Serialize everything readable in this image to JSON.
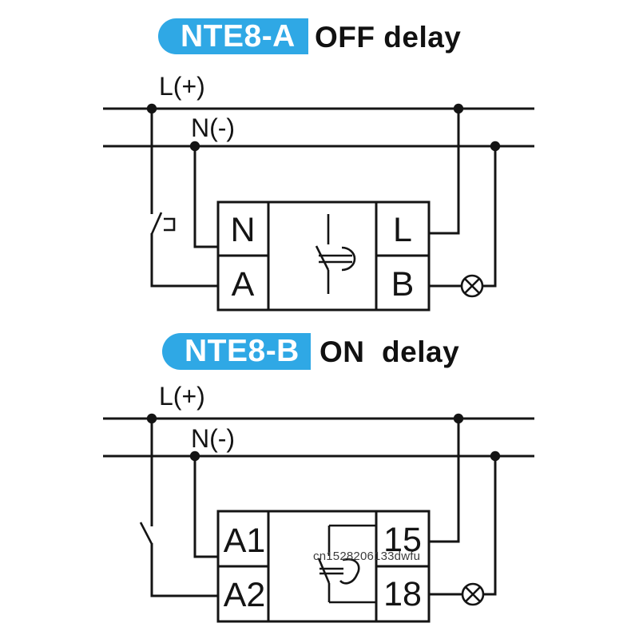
{
  "colors": {
    "background": "#ffffff",
    "badge_blue": "#2fa8e5",
    "ink": "#141414",
    "watermark_gray": "#3c3c3c"
  },
  "icons": {
    "lamp": "circle-with-x-load-lamp",
    "junction": "filled-connection-dot",
    "switch_a": "push-button-normally-open-contact",
    "switch_b": "normally-open-contact",
    "delay_a": "off-delay-semicircle-contact",
    "delay_b": "on-delay-semicircle-contact"
  },
  "diagram_a": {
    "badge": "NTE8-A",
    "title": "OFF delay",
    "bus_top_label": "L(+)",
    "bus_bottom_label": "N(-)",
    "terminals": {
      "top_left": "N",
      "bottom_left": "A",
      "top_right": "L",
      "bottom_right": "B"
    }
  },
  "diagram_b": {
    "badge": "NTE8-B",
    "title": "ON  delay",
    "bus_top_label": "L(+)",
    "bus_bottom_label": "N(-)",
    "terminals": {
      "top_left": "A1",
      "bottom_left": "A2",
      "top_right": "15",
      "bottom_right": "18"
    },
    "watermark": "cn1528206133dwfu"
  }
}
